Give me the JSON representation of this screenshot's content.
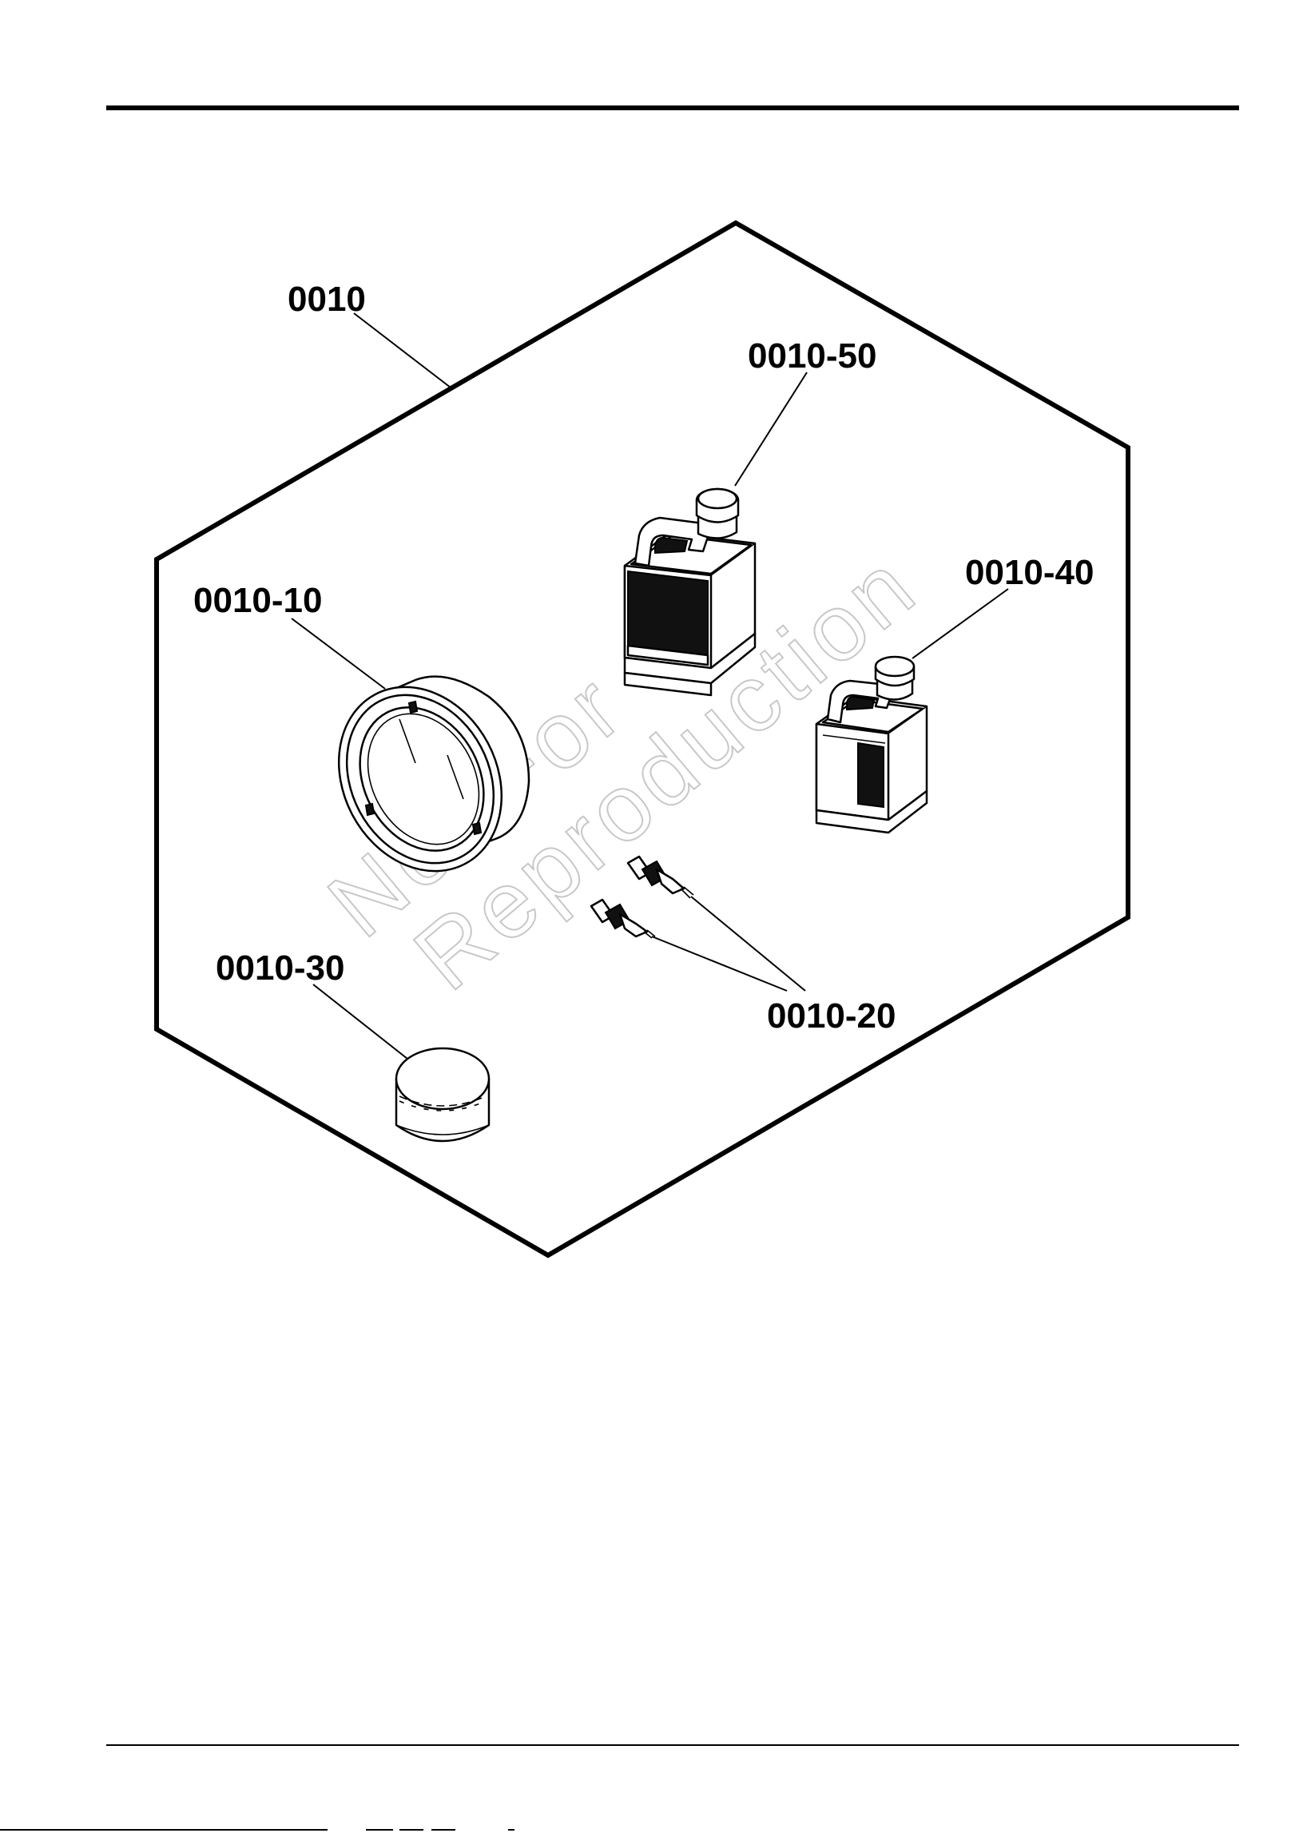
{
  "figure": {
    "callouts": {
      "kit": "0010",
      "air_filter": "0010-10",
      "spark_plugs": "0010-20",
      "oil_filter": "0010-30",
      "small_oil_bottle": "0010-40",
      "large_oil_bottle": "0010-50"
    },
    "watermark": {
      "line1": "Not For",
      "line2": "Reproduction"
    }
  }
}
